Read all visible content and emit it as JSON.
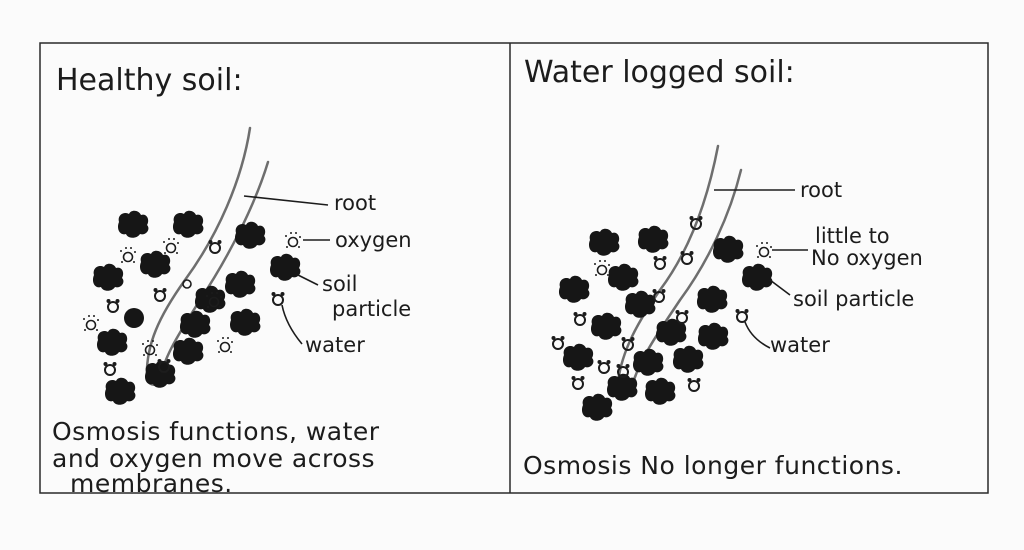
{
  "left_panel": {
    "title": "Healthy soil:",
    "labels": {
      "root": "root",
      "oxygen": "oxygen",
      "soil_particle_line1": "soil",
      "soil_particle_line2": "particle",
      "water": "water"
    },
    "caption_line1": "Osmosis functions, water",
    "caption_line2": "and oxygen move across",
    "caption_line3": "membranes."
  },
  "right_panel": {
    "title": "Water logged soil:",
    "labels": {
      "root": "root",
      "oxygen_line1": "little to",
      "oxygen_line2": "No oxygen",
      "soil_particle": "soil particle",
      "water": "water"
    },
    "caption": "Osmosis No longer functions."
  },
  "colors": {
    "ink": "#1c1c1c",
    "root_stroke": "#6e6e6e",
    "soil_particle": "#161616",
    "background": "#fbfbfb"
  }
}
